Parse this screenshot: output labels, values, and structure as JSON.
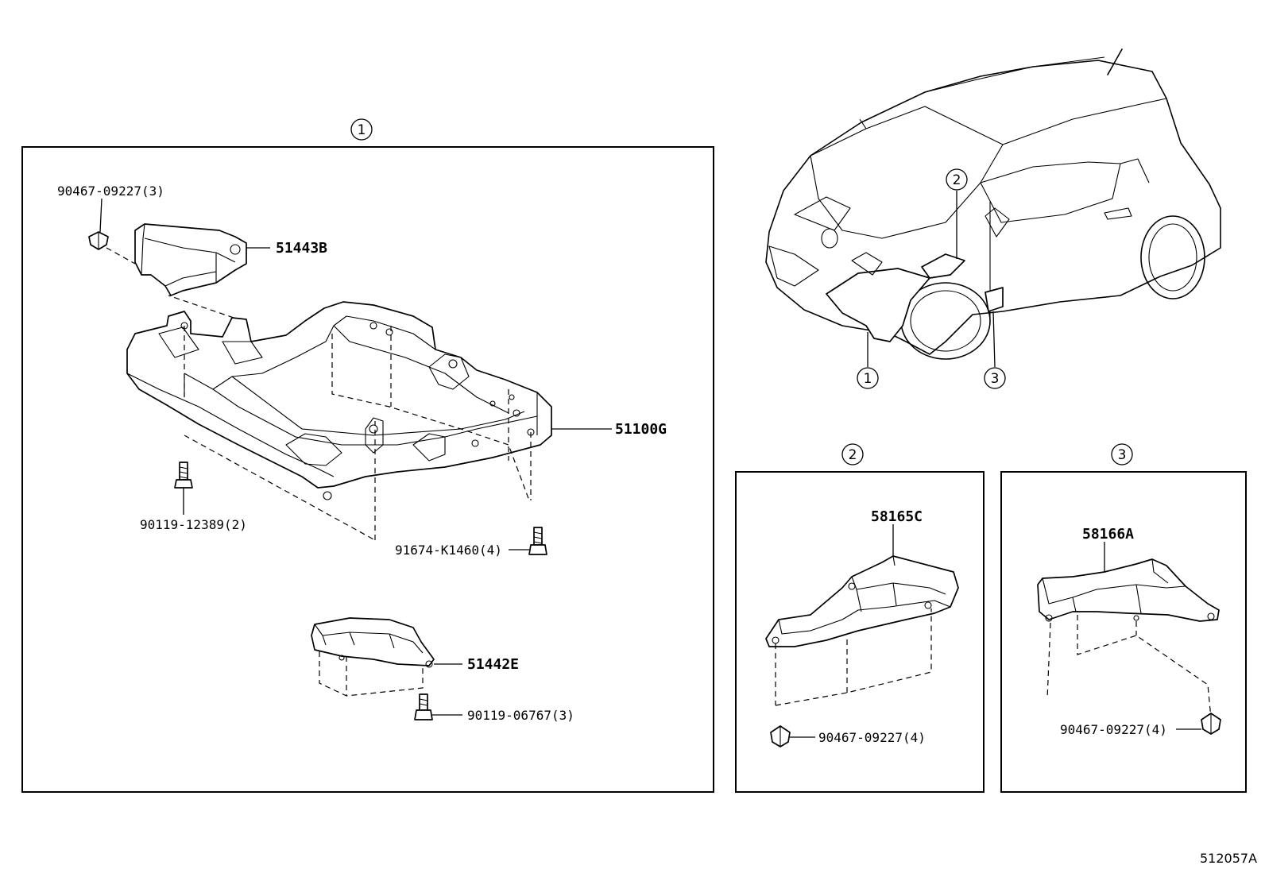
{
  "diagram_id": "512057A",
  "views": {
    "view1": {
      "marker": "1",
      "parts": {
        "p51443B": "51443B",
        "p51100G": "51100G",
        "p51442E": "51442E",
        "f90467_3": "90467-09227(3)",
        "f90119_12389": "90119-12389(2)",
        "f91674": "91674-K1460(4)",
        "f90119_06767": "90119-06767(3)"
      }
    },
    "view2": {
      "marker": "2",
      "parts": {
        "p58165C": "58165C",
        "f90467_4a": "90467-09227(4)"
      }
    },
    "view3": {
      "marker": "3",
      "parts": {
        "p58166A": "58166A",
        "f90467_4b": "90467-09227(4)"
      }
    }
  },
  "vehicle_callouts": [
    "1",
    "2",
    "3"
  ]
}
